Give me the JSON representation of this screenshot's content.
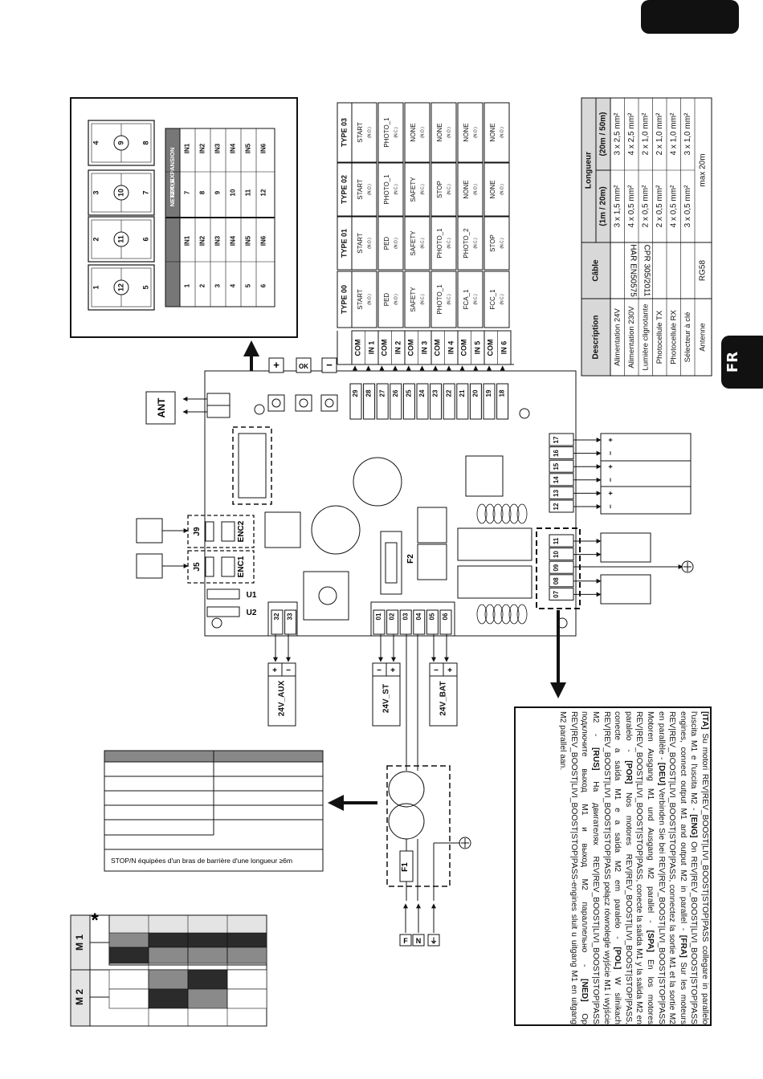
{
  "page": {
    "tab_label": "FR"
  },
  "net_panel": {
    "left_headers": [
      "NET2XXN",
      "NET_EXPANSION"
    ],
    "rows": [
      [
        "1",
        "IN1",
        "7",
        "IN1"
      ],
      [
        "2",
        "IN2",
        "8",
        "IN2"
      ],
      [
        "3",
        "IN3",
        "9",
        "IN3"
      ],
      [
        "4",
        "IN4",
        "10",
        "IN4"
      ],
      [
        "5",
        "IN5",
        "11",
        "IN5"
      ],
      [
        "6",
        "IN6",
        "12",
        "IN6"
      ]
    ],
    "module_digits": [
      [
        "1",
        "12",
        "5"
      ],
      [
        "2",
        "11",
        "6"
      ],
      [
        "3",
        "10",
        "7"
      ],
      [
        "4",
        "9",
        "8"
      ]
    ]
  },
  "types_table": {
    "headers": [
      "TYPE 00",
      "TYPE 01",
      "TYPE 02",
      "TYPE 03"
    ],
    "inputs": [
      {
        "com": "COM",
        "in": "IN 1",
        "cells": [
          [
            "START",
            "(N.O.)"
          ],
          [
            "START",
            "(N.O.)"
          ],
          [
            "START",
            "(N.O.)"
          ],
          [
            "START",
            "(N.O.)"
          ]
        ]
      },
      {
        "com": "COM",
        "in": "IN 2",
        "cells": [
          [
            "PED",
            "(N.O.)"
          ],
          [
            "PED",
            "(N.O.)"
          ],
          [
            "PHOTO_1",
            "(N.C.)"
          ],
          [
            "PHOTO_1",
            "(N.C.)"
          ]
        ]
      },
      {
        "com": "COM",
        "in": "IN 3",
        "cells": [
          [
            "SAFETY",
            "(N.C.)"
          ],
          [
            "SAFETY",
            "(N.C.)"
          ],
          [
            "SAFETY",
            "(N.C.)"
          ],
          [
            "NONE",
            "(N.O.)"
          ]
        ]
      },
      {
        "com": "COM",
        "in": "IN 4",
        "cells": [
          [
            "PHOTO_1",
            "(N.C.)"
          ],
          [
            "PHOTO_1",
            "(N.C.)"
          ],
          [
            "STOP",
            "(N.C.)"
          ],
          [
            "NONE",
            "(N.O.)"
          ]
        ]
      },
      {
        "com": "COM",
        "in": "IN 5",
        "cells": [
          [
            "FCA_1",
            "(N.C.)"
          ],
          [
            "PHOTO_2",
            "(N.C.)"
          ],
          [
            "NONE",
            "(N.O.)"
          ],
          [
            "NONE",
            "(N.O.)"
          ]
        ]
      },
      {
        "com": "COM",
        "in": "IN 6",
        "cells": [
          [
            "FCC_1",
            "(N.C.)"
          ],
          [
            "STOP",
            "(N.C.)"
          ],
          [
            "NONE",
            "(N.O.)"
          ],
          [
            "NONE",
            "(N.O.)"
          ]
        ]
      }
    ]
  },
  "cable_table": {
    "header_description": "Description",
    "header_cable": "Câble",
    "header_length": "Longueur",
    "header_len1": "(1m / 20m)",
    "header_len2": "(20m / 50m)",
    "rows": [
      [
        "Alimentation 24V",
        "3 x 1,5 mm²",
        "3 x 2,5 mm²"
      ],
      [
        "Alimentation 230V",
        "4 x 0,5 mm²",
        "4 x 2,5 mm²"
      ],
      [
        "Lumière clignotante",
        "2 x 0,5 mm²",
        "2 x 1,0 mm²"
      ],
      [
        "Photocellule TX",
        "2 x 0,5 mm²",
        "2 x 1,0 mm²"
      ],
      [
        "Photocellule RX",
        "4 x 0,5 mm²",
        "4 x 1,0 mm²"
      ],
      [
        "Sélecteur à clé",
        "3 x 0,5 mm²",
        "3 x 1,0 mm²"
      ]
    ],
    "cable_spec1": "HAR EN50575",
    "cable_spec2": "CPR 305/2011",
    "antenna_label": "Antenne",
    "antenna_cable": "RG58",
    "antenna_length": "max 20m"
  },
  "board": {
    "ant_label": "ANT",
    "buttons": [
      "+",
      "OK",
      "−"
    ],
    "terminals_top": [
      "29",
      "28",
      "27",
      "26",
      "25",
      "24",
      "23",
      "22",
      "21",
      "20",
      "19",
      "18"
    ],
    "terminals_right": [
      "17",
      "16",
      "15",
      "14",
      "13",
      "12"
    ],
    "terminals_motor": [
      "11",
      "10",
      "09",
      "08",
      "07"
    ],
    "terminals_bottom": [
      "01",
      "02",
      "03",
      "04",
      "05",
      "06"
    ],
    "terminals_aux": [
      "32",
      "33"
    ],
    "jumpers": [
      "J9",
      "J5",
      "ENC2",
      "ENC1",
      "U1",
      "U2"
    ],
    "fuse_f2": "F2",
    "fuse_f1": "F1"
  },
  "outputs": {
    "aux": "24V_AUX",
    "st": "24V_ST",
    "bat": "24V_BAT",
    "pol_plus": "+",
    "pol_minus": "−"
  },
  "power_terminals": [
    "F",
    "N",
    "⏚"
  ],
  "side_table": {
    "note": "STOP/N équipées d'un bras de barrière d'une longueur ≥6m"
  },
  "motor_grid": {
    "rows": [
      "M 1",
      "M 2"
    ],
    "asterisk": "*"
  },
  "multilang": {
    "segments": [
      {
        "lang": "[ITA]",
        "text": " Su motori REV|REV_BOOST|LIVI_BOOST|STOP|PASS collegare in parallelo l'uscita M1 e l'uscita M2 - "
      },
      {
        "lang": "[ENG]",
        "text": " On REV|REV_BOOST|LIVI_BOOST|STOP|PASS engines, connect output M1 and output M2 in parallel - "
      },
      {
        "lang": "[FRA]",
        "text": " Sur les moteurs REV|REV_BOOST|LIVI_BOOST|STOP|PASS, connectez la sortie M1 et la sortie M2 en parallèle - "
      },
      {
        "lang": "[DEU]",
        "text": " Verbinden Sie bei REV|REV_BOOST|LIVI_BOOST|STOP|PASS Motoren Ausgang M1 und Ausgang M2 parallel - "
      },
      {
        "lang": "[SPA]",
        "text": " En los motores REV|REV_BOOST|LIVI_BOOST|STOP|PASS, conecte la salida M1 y la salida M2 en paralelo - "
      },
      {
        "lang": "[POR]",
        "text": " Nos motores REV|REV_BOOST|LIVI_BOOST|STOP|PASS, conecte a saída M1 e a saída M2 em paralelo - "
      },
      {
        "lang": "[POL]",
        "text": " W silnikach REV|REV_BOOST|LIVI_BOOST|STOP|PASS połącz równolegle wyjście M1 i wyjście M2 - "
      },
      {
        "lang": "[RUS]",
        "text": " На двигателях REV|REV_BOOST|LIVI_BOOST|STOP|PASS подключите выход M1 и выход M2 параллельно - "
      },
      {
        "lang": "[NED]",
        "text": " Op REV|REV_BOOST|LIVI_BOOST|STOP|PASS-engines sluit u uitgang M1 en uitgang M2 parallel aan."
      }
    ]
  },
  "colors": {
    "ink": "#111111",
    "grey_dark": "#2b2b2b",
    "grey_mid": "#8a8a8a",
    "grey_light": "#d8d8d8",
    "panel_grey": "#e4e4e4"
  }
}
